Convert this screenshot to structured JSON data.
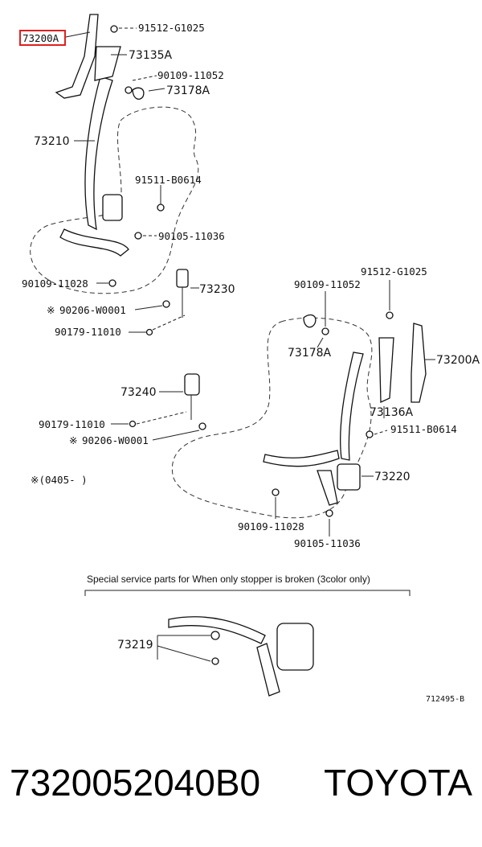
{
  "labels": {
    "l73200A_top": "73200A",
    "l91512_top": "91512-G1025",
    "l73135A": "73135A",
    "l90109_11052_top": "90109-11052",
    "l73178A_top": "73178A",
    "l73210": "73210",
    "l91511_top": "91511-B0614",
    "l90105_top": "90105-11036",
    "l90109_11028_top": "90109-11028",
    "l73230": "73230",
    "l90206_top": "90206-W0001",
    "l90179_top": "90179-11010",
    "l91512_right": "91512-G1025",
    "l90109_11052_right": "90109-11052",
    "l73178A_right": "73178A",
    "l73200A_right": "73200A",
    "l73240": "73240",
    "l90179_mid": "90179-11010",
    "l73136A": "73136A",
    "l91511_right": "91511-B0614",
    "l90206_mid": "90206-W0001",
    "l73220": "73220",
    "l90109_11028_right": "90109-11028",
    "l90105_right": "90105-11036",
    "l73219": "73219",
    "note_mark_1": "※",
    "note_mark_2": "※",
    "note_range": "※(0405-      )",
    "service_caption": "Special service parts for When only stopper is broken (3color only)",
    "figure_code": "712495-B"
  },
  "footer": {
    "part_number": "7320052040B0",
    "brand": "TOYOTA"
  },
  "colors": {
    "highlight": "#e02020",
    "ink": "#111111"
  }
}
